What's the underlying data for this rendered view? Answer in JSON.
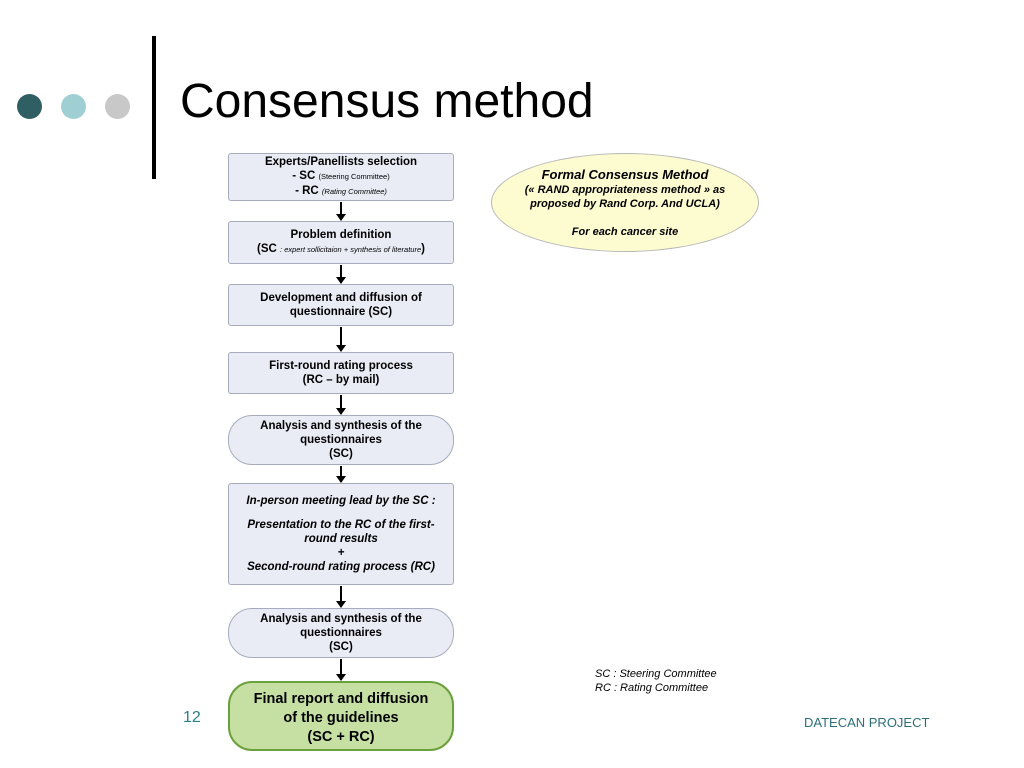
{
  "colors": {
    "dot1": "#2f5e63",
    "dot2": "#9fcfd3",
    "dot3": "#c8c8c8",
    "final_fill": "#c6e0a3",
    "ellipse_fill": "#fdfbd0",
    "accent_text": "#2b7f8a"
  },
  "slide": {
    "title": "Consensus method",
    "page_number": "12",
    "footer": "DATECAN PROJECT"
  },
  "flow": {
    "step1": {
      "title": "Experts/Panellists selection",
      "sc_prefix": "-  SC",
      "sc_note": "(Steering Committee)",
      "rc_prefix": "-  RC",
      "rc_note": "(Rating Committee)"
    },
    "step2": {
      "title": "Problem definition",
      "open": "(SC",
      "note": ": expert sollicitaion + synthesis of literature",
      "close": ")"
    },
    "step3": {
      "line1": "Development and diffusion of",
      "line2": "questionnaire (SC)"
    },
    "step4": {
      "line1": "First-round rating process",
      "line2": "(RC – by mail)"
    },
    "step5": {
      "line1": "Analysis and synthesis of the",
      "line2": "questionnaires",
      "line3": "(SC)"
    },
    "step6": {
      "line1": "In-person meeting lead by the SC :",
      "line2": "Presentation to the RC of the first-",
      "line3": "round results",
      "line4": "+",
      "line5": "Second-round rating process (RC)"
    },
    "step7": {
      "line1": "Analysis and synthesis of the",
      "line2": "questionnaires",
      "line3": "(SC)"
    },
    "step8": {
      "line1": "Final report and diffusion",
      "line2": "of the guidelines",
      "line3": "(SC + RC)"
    }
  },
  "method": {
    "title": "Formal Consensus Method",
    "line1": "(« RAND appropriateness method » as",
    "line2": "proposed by Rand Corp. And UCLA)",
    "line3": "For each cancer site"
  },
  "legend": {
    "sc": "SC : Steering Committee",
    "rc": "RC : Rating Committee"
  }
}
